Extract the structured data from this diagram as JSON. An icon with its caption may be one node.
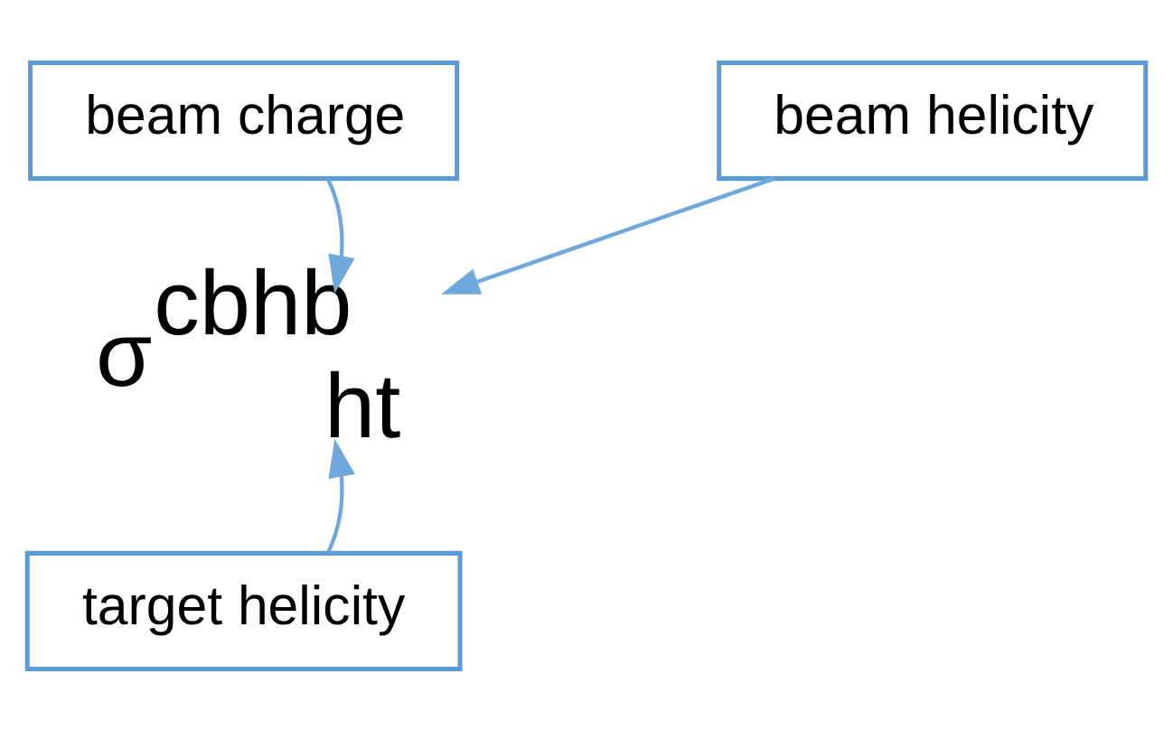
{
  "diagram": {
    "nodes": [
      {
        "text": [
          "beam charge"
        ]
      },
      {
        "text": [
          "beam helicity"
        ]
      },
      {
        "text": [
          "σ$^{cbhb}$$_{ht}$"
        ]
      },
      {
        "text": [
          "target helicity"
        ]
      }
    ],
    "edges": [
      {
        "from": 0,
        "to": 2,
        "arrow": "to"
      },
      {
        "from": 1,
        "to": 2,
        "arrow": "to"
      },
      {
        "from": 3,
        "to": 2,
        "arrow": "to"
      }
    ]
  }
}
